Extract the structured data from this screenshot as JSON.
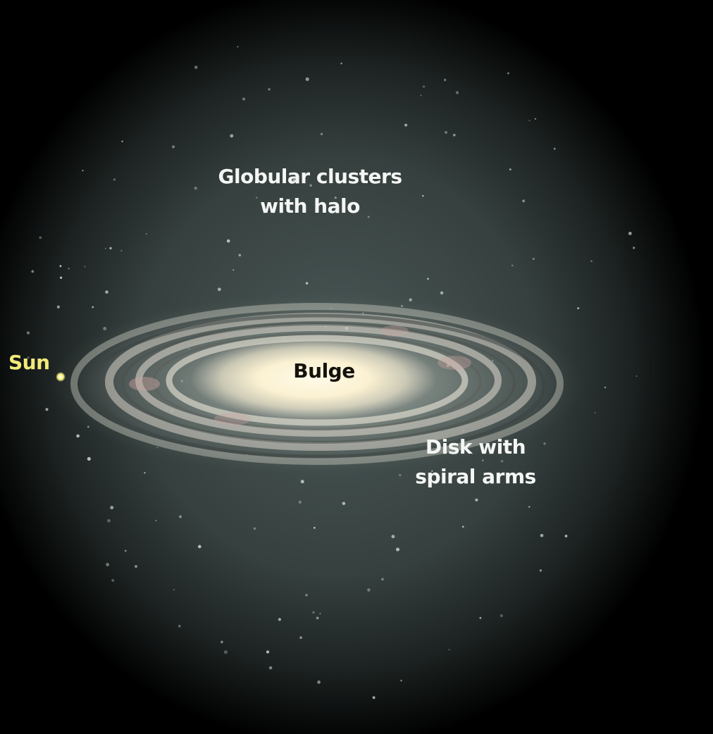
{
  "diagram": {
    "labels": {
      "halo": [
        "Globular clusters",
        "with halo"
      ],
      "bulge": "Bulge",
      "disk": [
        "Disk with",
        "spiral arms"
      ],
      "sun": "Sun"
    },
    "colors": {
      "background_outer": "#000000",
      "halo_glow": "#4a5a58",
      "bulge_core": "#fff4d8",
      "label_white": "#f4f6f4",
      "label_dark": "#15120c",
      "sun_label": "#f1ea7a"
    }
  }
}
